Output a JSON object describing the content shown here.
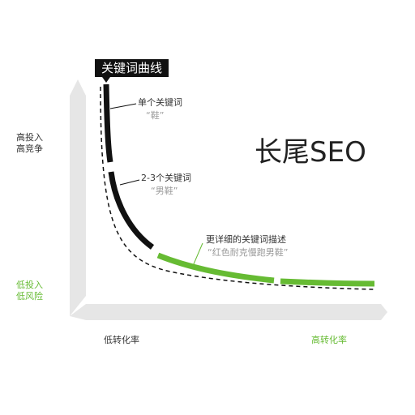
{
  "title": "长尾SEO",
  "curve_label": "关键词曲线",
  "y_axis": {
    "top_label": [
      "高投入",
      "高竞争"
    ],
    "bottom_label": [
      "低投入",
      "低风险"
    ]
  },
  "x_axis": {
    "left_label": "低转化率",
    "right_label": "高转化率"
  },
  "segments": [
    {
      "label": "单个关键词",
      "example": "“鞋”"
    },
    {
      "label": "2-3个关键词",
      "example": "“男鞋”"
    },
    {
      "label": "更详细的关键词描述",
      "example": "“红色耐克慢跑男鞋”"
    }
  ],
  "colors": {
    "black": "#111111",
    "green": "#66bb33",
    "axis": "#e6e6e6",
    "muted": "#9a9a9a"
  }
}
